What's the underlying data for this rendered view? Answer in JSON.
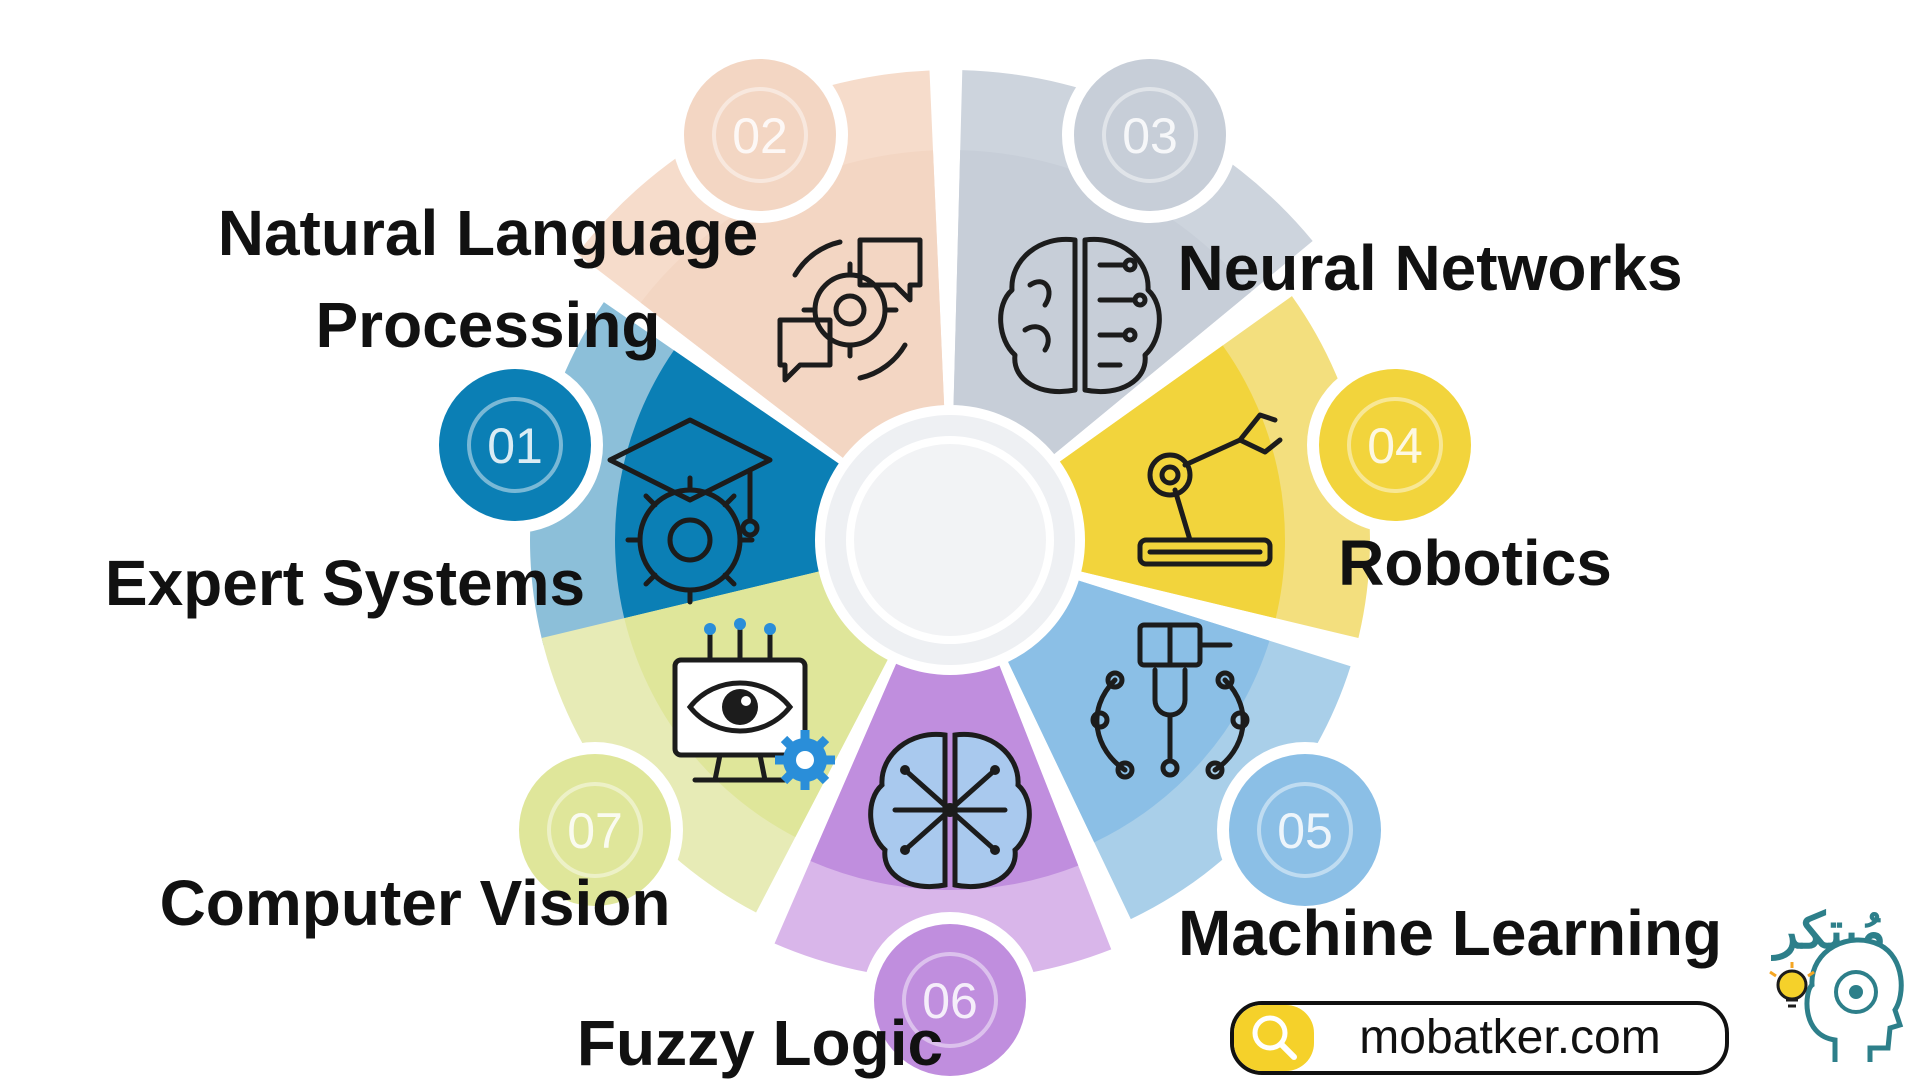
{
  "segments": [
    {
      "number": "01",
      "label_lines": [
        "Expert Systems"
      ],
      "icon": "graduation-cap-gear-icon",
      "color": "#0b7fb5",
      "light": "#8cbfd9"
    },
    {
      "number": "02",
      "label_lines": [
        "Natural Language",
        "Processing"
      ],
      "icon": "chat-gear-brain-icon",
      "color": "#f3d6c3",
      "light": "#f6dccb"
    },
    {
      "number": "03",
      "label_lines": [
        "Neural Networks"
      ],
      "icon": "brain-circuit-icon",
      "color": "#c7ced8",
      "light": "#cdd4dd"
    },
    {
      "number": "04",
      "label_lines": [
        "Robotics"
      ],
      "icon": "robot-arm-icon",
      "color": "#f2d43c",
      "light": "#f3df7e"
    },
    {
      "number": "05",
      "label_lines": [
        "Machine Learning"
      ],
      "icon": "book-gear-ml-icon",
      "color": "#8bbfe6",
      "light": "#a9cfe9"
    },
    {
      "number": "06",
      "label_lines": [
        "Fuzzy Logic"
      ],
      "icon": "brain-network-icon",
      "color": "#c08ede",
      "light": "#d9b6ea"
    },
    {
      "number": "07",
      "label_lines": [
        "Computer Vision"
      ],
      "icon": "monitor-eye-gear-icon",
      "color": "#dfe69a",
      "light": "#e7ebb6"
    }
  ],
  "brand": {
    "arabic_name": "مُبتكر",
    "website": "mobatker.com",
    "logo_icon": "head-brain-lightbulb-icon",
    "search_icon": "search-icon",
    "accent": "#f5d12a",
    "teal": "#2d7f8a"
  }
}
